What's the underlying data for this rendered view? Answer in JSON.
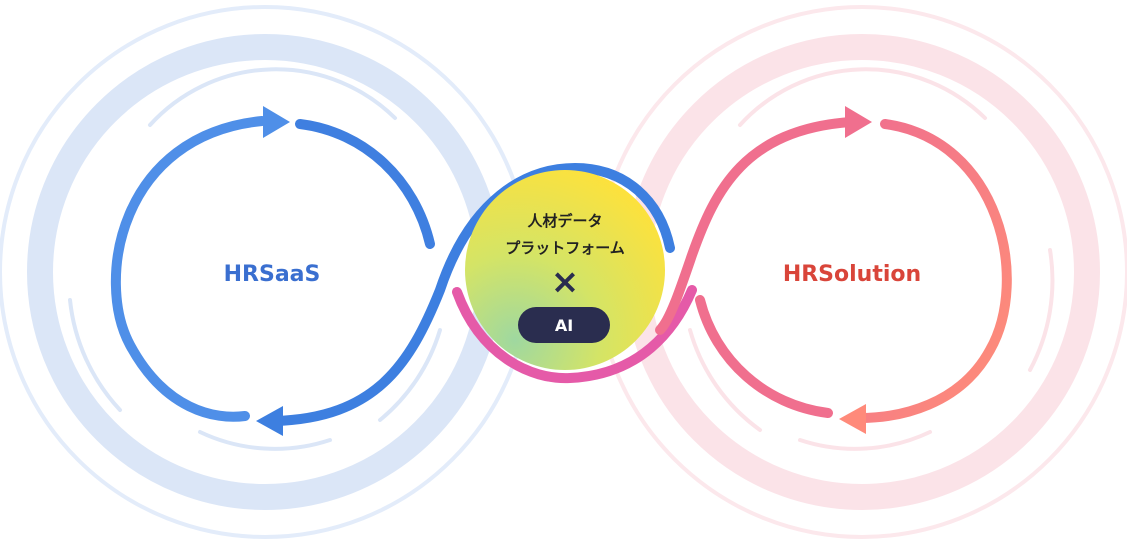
{
  "left": {
    "label": "HRSaaS"
  },
  "right": {
    "label": "HRSolution"
  },
  "center": {
    "line1": "人材データ",
    "line2": "プラットフォーム",
    "cross": "×",
    "badge": "AI"
  },
  "colors": {
    "left_accent": "#3f7fe0",
    "left_label": "#3a6fd0",
    "left_ring": "#dbe7f8",
    "right_accent": "#f06f8e",
    "right_label": "#d9453a",
    "right_ring": "#fbe3e8",
    "magenta": "#e55aa8",
    "badge_bg": "#2a2d4f",
    "center_yellow": "#ffe13a",
    "center_green": "#9fd8a0"
  }
}
